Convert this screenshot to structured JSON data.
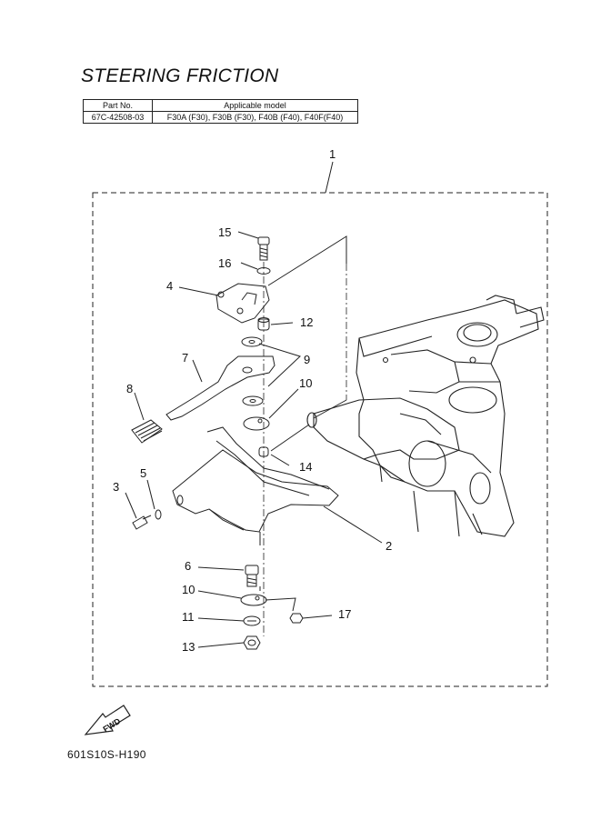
{
  "title": "STEERING FRICTION",
  "table": {
    "headers": [
      "Part No.",
      "Applicable model"
    ],
    "rows": [
      [
        "67C-42508-03",
        "F30A (F30), F30B (F30), F40B (F40), F40F(F40)"
      ]
    ]
  },
  "callouts": {
    "c1": "1",
    "c2": "2",
    "c3": "3",
    "c4": "4",
    "c5": "5",
    "c6": "6",
    "c7": "7",
    "c8": "8",
    "c9": "9",
    "c10a": "10",
    "c10b": "10",
    "c11": "11",
    "c12": "12",
    "c13": "13",
    "c14": "14",
    "c15": "15",
    "c16": "16",
    "c17": "17"
  },
  "fwd_label": "FWD",
  "diagram_code": "601S10S-H190"
}
